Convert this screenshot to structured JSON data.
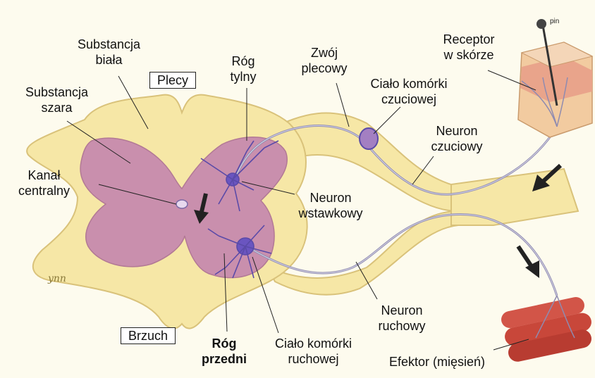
{
  "labels": {
    "substancja_biala": [
      "Substancja",
      "biała"
    ],
    "substancja_szara": [
      "Substancja",
      "szara"
    ],
    "plecy": "Plecy",
    "rog_tylny": [
      "Róg",
      "tylny"
    ],
    "zwoj_plecowy": [
      "Zwój",
      "plecowy"
    ],
    "receptor": [
      "Receptor",
      "w skórze"
    ],
    "cialo_czuciowej": [
      "Ciało komórki",
      "czuciowej"
    ],
    "neuron_czuciowy": [
      "Neuron",
      "czuciowy"
    ],
    "kanal_centralny": [
      "Kanał",
      "centralny"
    ],
    "neuron_wstawkowy": [
      "Neuron",
      "wstawkowy"
    ],
    "neuron_ruchowy": [
      "Neuron",
      "ruchowy"
    ],
    "brzuch": "Brzuch",
    "rog_przedni": [
      "Róg",
      "przedni"
    ],
    "cialo_ruchowej": [
      "Ciało komórki",
      "ruchowej"
    ],
    "efektor": "Efektor (mięsień)"
  },
  "artwork_text": {
    "pin": "pin",
    "signature": "ynn"
  },
  "colors": {
    "white_matter": "#f6e7a6",
    "gray_matter": "#c98fad",
    "neuron": "#5a4aa8",
    "nerve": "#c9c6d8",
    "muscle": "#c8473a",
    "skin": "#e9a48b",
    "arrow": "#222222"
  }
}
